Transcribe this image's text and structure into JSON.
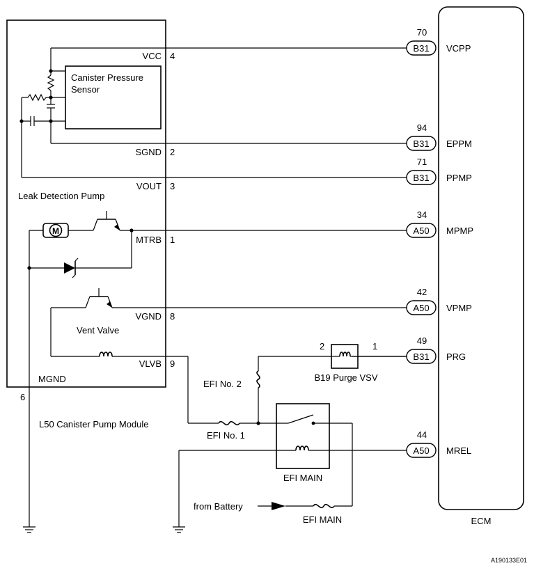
{
  "module": {
    "name": "L50 Canister Pump Module",
    "pump_label": "Leak Detection Pump",
    "sensor_line1": "Canister Pressure",
    "sensor_line2": "Sensor",
    "vent_label": "Vent Valve",
    "mgnd_label": "MGND",
    "ground_pin": "6"
  },
  "pins": [
    {
      "name": "VCC",
      "num": "4"
    },
    {
      "name": "SGND",
      "num": "2"
    },
    {
      "name": "VOUT",
      "num": "3"
    },
    {
      "name": "MTRB",
      "num": "1"
    },
    {
      "name": "VGND",
      "num": "8"
    },
    {
      "name": "VLVB",
      "num": "9"
    }
  ],
  "ecm": {
    "label": "ECM",
    "terminals": [
      {
        "pin": "70",
        "conn": "B31",
        "name": "VCPP"
      },
      {
        "pin": "94",
        "conn": "B31",
        "name": "EPPM"
      },
      {
        "pin": "71",
        "conn": "B31",
        "name": "PPMP"
      },
      {
        "pin": "34",
        "conn": "A50",
        "name": "MPMP"
      },
      {
        "pin": "42",
        "conn": "A50",
        "name": "VPMP"
      },
      {
        "pin": "49",
        "conn": "B31",
        "name": "PRG"
      },
      {
        "pin": "44",
        "conn": "A50",
        "name": "MREL"
      }
    ]
  },
  "motor_label": "M",
  "vsv": {
    "label": "B19 Purge VSV",
    "pin_left": "2",
    "pin_right": "1"
  },
  "fuses": {
    "efi2": "EFI No. 2",
    "efi1": "EFI No. 1",
    "efi_main_fuse": "EFI MAIN"
  },
  "relay_label": "EFI MAIN",
  "battery_label": "from Battery",
  "figure_code": "A190133E01"
}
